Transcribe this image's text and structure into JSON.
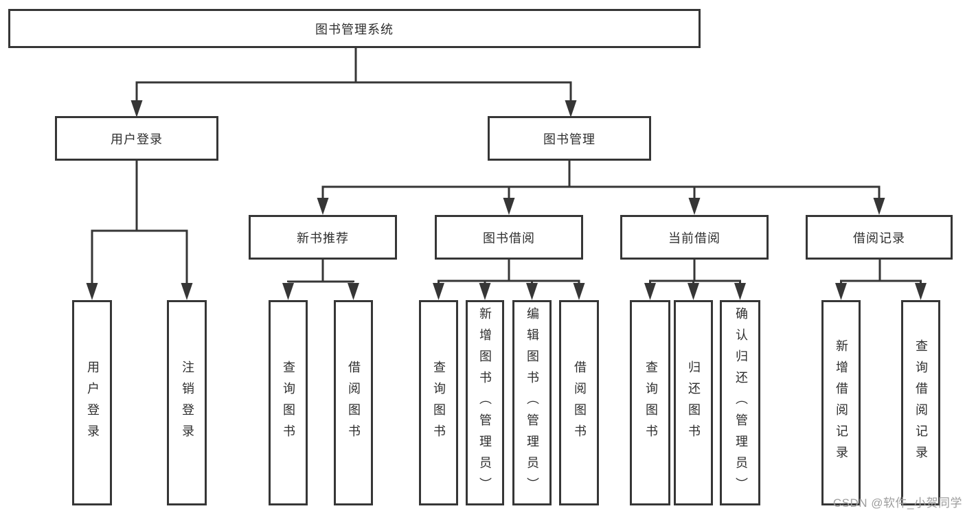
{
  "diagram": {
    "title": "图书管理系统",
    "type": "function-structure-tree",
    "colors": {
      "line": "#363636",
      "text": "#2e2e2e",
      "background": "#ffffff",
      "watermark": "#9d9d9d"
    }
  },
  "nodes": {
    "root": {
      "label": "图书管理系统"
    },
    "level2": [
      {
        "label": "用户登录"
      },
      {
        "label": "图书管理"
      }
    ],
    "level3": [
      {
        "label": "新书推荐"
      },
      {
        "label": "图书借阅"
      },
      {
        "label": "当前借阅"
      },
      {
        "label": "借阅记录"
      }
    ],
    "leaves": {
      "user_login": [
        {
          "label": "用户登录"
        },
        {
          "label": "注销登录"
        }
      ],
      "new_book": [
        {
          "label": "查询图书"
        },
        {
          "label": "借阅图书"
        }
      ],
      "book_borrow": [
        {
          "label": "查询图书"
        },
        {
          "label": "新增图书（管理员）"
        },
        {
          "label": "编辑图书（管理员）"
        },
        {
          "label": "借阅图书"
        }
      ],
      "current_borrow": [
        {
          "label": "查询图书"
        },
        {
          "label": "归还图书"
        },
        {
          "label": "确认归还（管理员）"
        }
      ],
      "borrow_record": [
        {
          "label": "新增借阅记录"
        },
        {
          "label": "查询借阅记录"
        }
      ]
    }
  },
  "structure": {
    "图书管理系统": {
      "用户登录": [
        "用户登录",
        "注销登录"
      ],
      "图书管理": {
        "新书推荐": [
          "查询图书",
          "借阅图书"
        ],
        "图书借阅": [
          "查询图书",
          "新增图书（管理员）",
          "编辑图书（管理员）",
          "借阅图书"
        ],
        "当前借阅": [
          "查询图书",
          "归还图书",
          "确认归还（管理员）"
        ],
        "借阅记录": [
          "新增借阅记录",
          "查询借阅记录"
        ]
      }
    }
  },
  "watermark": {
    "text": "CSDN @软件_小贺同学"
  }
}
